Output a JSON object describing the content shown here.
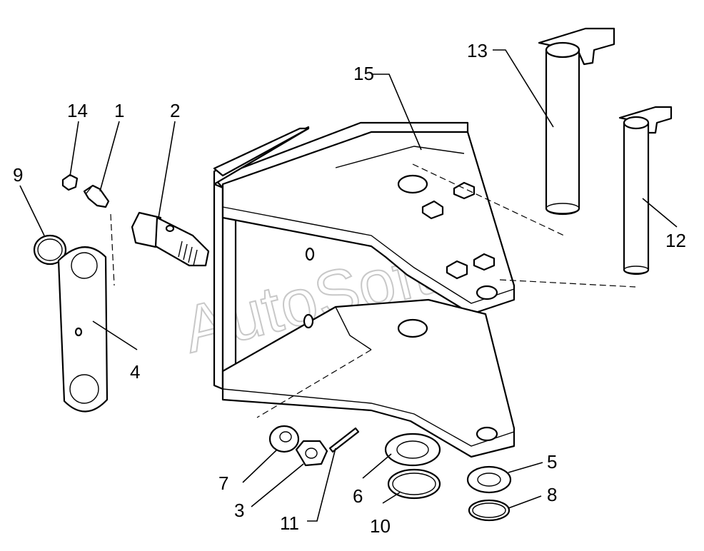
{
  "watermark": "AutoSoft.ru",
  "callouts": {
    "c1": "1",
    "c2": "2",
    "c3": "3",
    "c4": "4",
    "c5": "5",
    "c6": "6",
    "c7": "7",
    "c8": "8",
    "c9": "9",
    "c10": "10",
    "c11": "11",
    "c12": "12",
    "c13": "13",
    "c14": "14",
    "c15": "15"
  }
}
